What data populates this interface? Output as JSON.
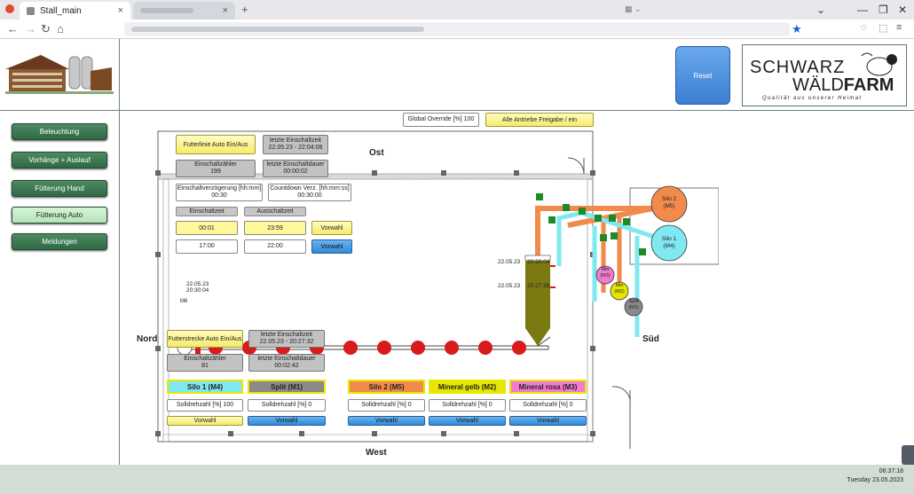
{
  "browser": {
    "tab1_title": "Stall_main",
    "tab_close": "×",
    "new_tab": "+"
  },
  "nav": {
    "items": [
      {
        "label": "Beleuchtung",
        "active": false
      },
      {
        "label": "Vorhänge + Auslauf",
        "active": false
      },
      {
        "label": "Fütterung Hand",
        "active": false
      },
      {
        "label": "Fütterung Auto",
        "active": true
      },
      {
        "label": "Meldungen",
        "active": false
      }
    ]
  },
  "header": {
    "reset_label": "Reset",
    "logo_line1": "SCHWARZ",
    "logo_line2a": "WÄLD",
    "logo_line2b": "FARM",
    "logo_tagline": "Qualität aus unserer Heimat"
  },
  "top_controls": {
    "global_override": "Global Override [%] 100",
    "alle_antriebe": "Alle Antriebe Freigabe / ein"
  },
  "futterlinie": {
    "auto_button": "Futterlinie Auto Ein/Aus",
    "last_time_label": "letzte Einschaltzeit",
    "last_time_value": "22.05.23 - 22:04:08",
    "counter_label": "Einschaltzähler",
    "counter_value": "199",
    "duration_label": "letzte Einschaltdauer",
    "duration_value": "00:00:02",
    "delay_label": "Einschaltverzögerung [hh:mm]",
    "delay_value": "00:30",
    "countdown_label": "Countdown Verz. [hh:mm:ss]",
    "countdown_value": "00:30:00",
    "on_time_header": "Einschaltzeit",
    "off_time_header": "Ausschaltzeit",
    "row1_on": "00:01",
    "row1_off": "23:59",
    "row1_mode": "Vorwahl",
    "row2_on": "17:00",
    "row2_off": "22:00",
    "row2_mode": "Vorwahl"
  },
  "futterstrecke": {
    "auto_button": "Futterstrecke Auto Ein/Aus",
    "last_time_label": "letzte Einschaltzeit",
    "last_time_value": "22.05.23 - 20:27:32",
    "counter_label": "Einschaltzähler",
    "counter_value": "81",
    "duration_label": "letzte Einschaltdauer",
    "duration_value": "00:02:42"
  },
  "directions": {
    "ost": "Ost",
    "west": "West",
    "nord": "Nord",
    "sued": "Süd"
  },
  "line": {
    "m6_label": "M6",
    "m6_date": "22.05.23",
    "m6_time": "20:30:04",
    "hopper_date1": "22.05.23",
    "hopper_time1": "20:30:04",
    "hopper_date2": "22.05.23",
    "hopper_time2": "20:27:39"
  },
  "silos": {
    "silo2_name": "Silo 2",
    "silo2_motor": "(M5)",
    "silo1_name": "Silo 1",
    "silo1_motor": "(M4)",
    "min3_name": "Min",
    "min3_motor": "(M3)",
    "min2_name": "Min",
    "min2_motor": "(M2)",
    "split_name": "Split",
    "split_motor": "(M1)"
  },
  "sections": [
    {
      "title": "Silo 1 (M4)",
      "color": "#7fe8f0",
      "speed": "Solldrehzahl [%] 100",
      "mode": "Vorwahl",
      "mode_style": "yellow"
    },
    {
      "title": "Split (M1)",
      "color": "#8a8a8a",
      "speed": "Solldrehzahl [%] 0",
      "mode": "Vorwahl",
      "mode_style": "blue"
    },
    {
      "title": "Silo 2 (M5)",
      "color": "#f28a4c",
      "speed": "Solldrehzahl [%] 0",
      "mode": "Vorwahl",
      "mode_style": "blue"
    },
    {
      "title": "Mineral gelb (M2)",
      "color": "#e6e600",
      "speed": "Solldrehzahl [%] 0",
      "mode": "Vorwahl",
      "mode_style": "blue"
    },
    {
      "title": "Mineral rosa (M3)",
      "color": "#f27ad0",
      "speed": "Solldrehzahl [%] 0",
      "mode": "Vorwahl",
      "mode_style": "blue"
    }
  ],
  "status": {
    "time": "06:37:18",
    "date": "Tuesday  23.05.2023"
  },
  "colors": {
    "nav_green": "#2e6a43",
    "reset_blue": "#3b7fd1",
    "silo_orange": "#f28a4c",
    "silo_cyan": "#7fe8f0",
    "feeder_red": "#d81b1b",
    "hopper_olive": "#7a7a10"
  }
}
